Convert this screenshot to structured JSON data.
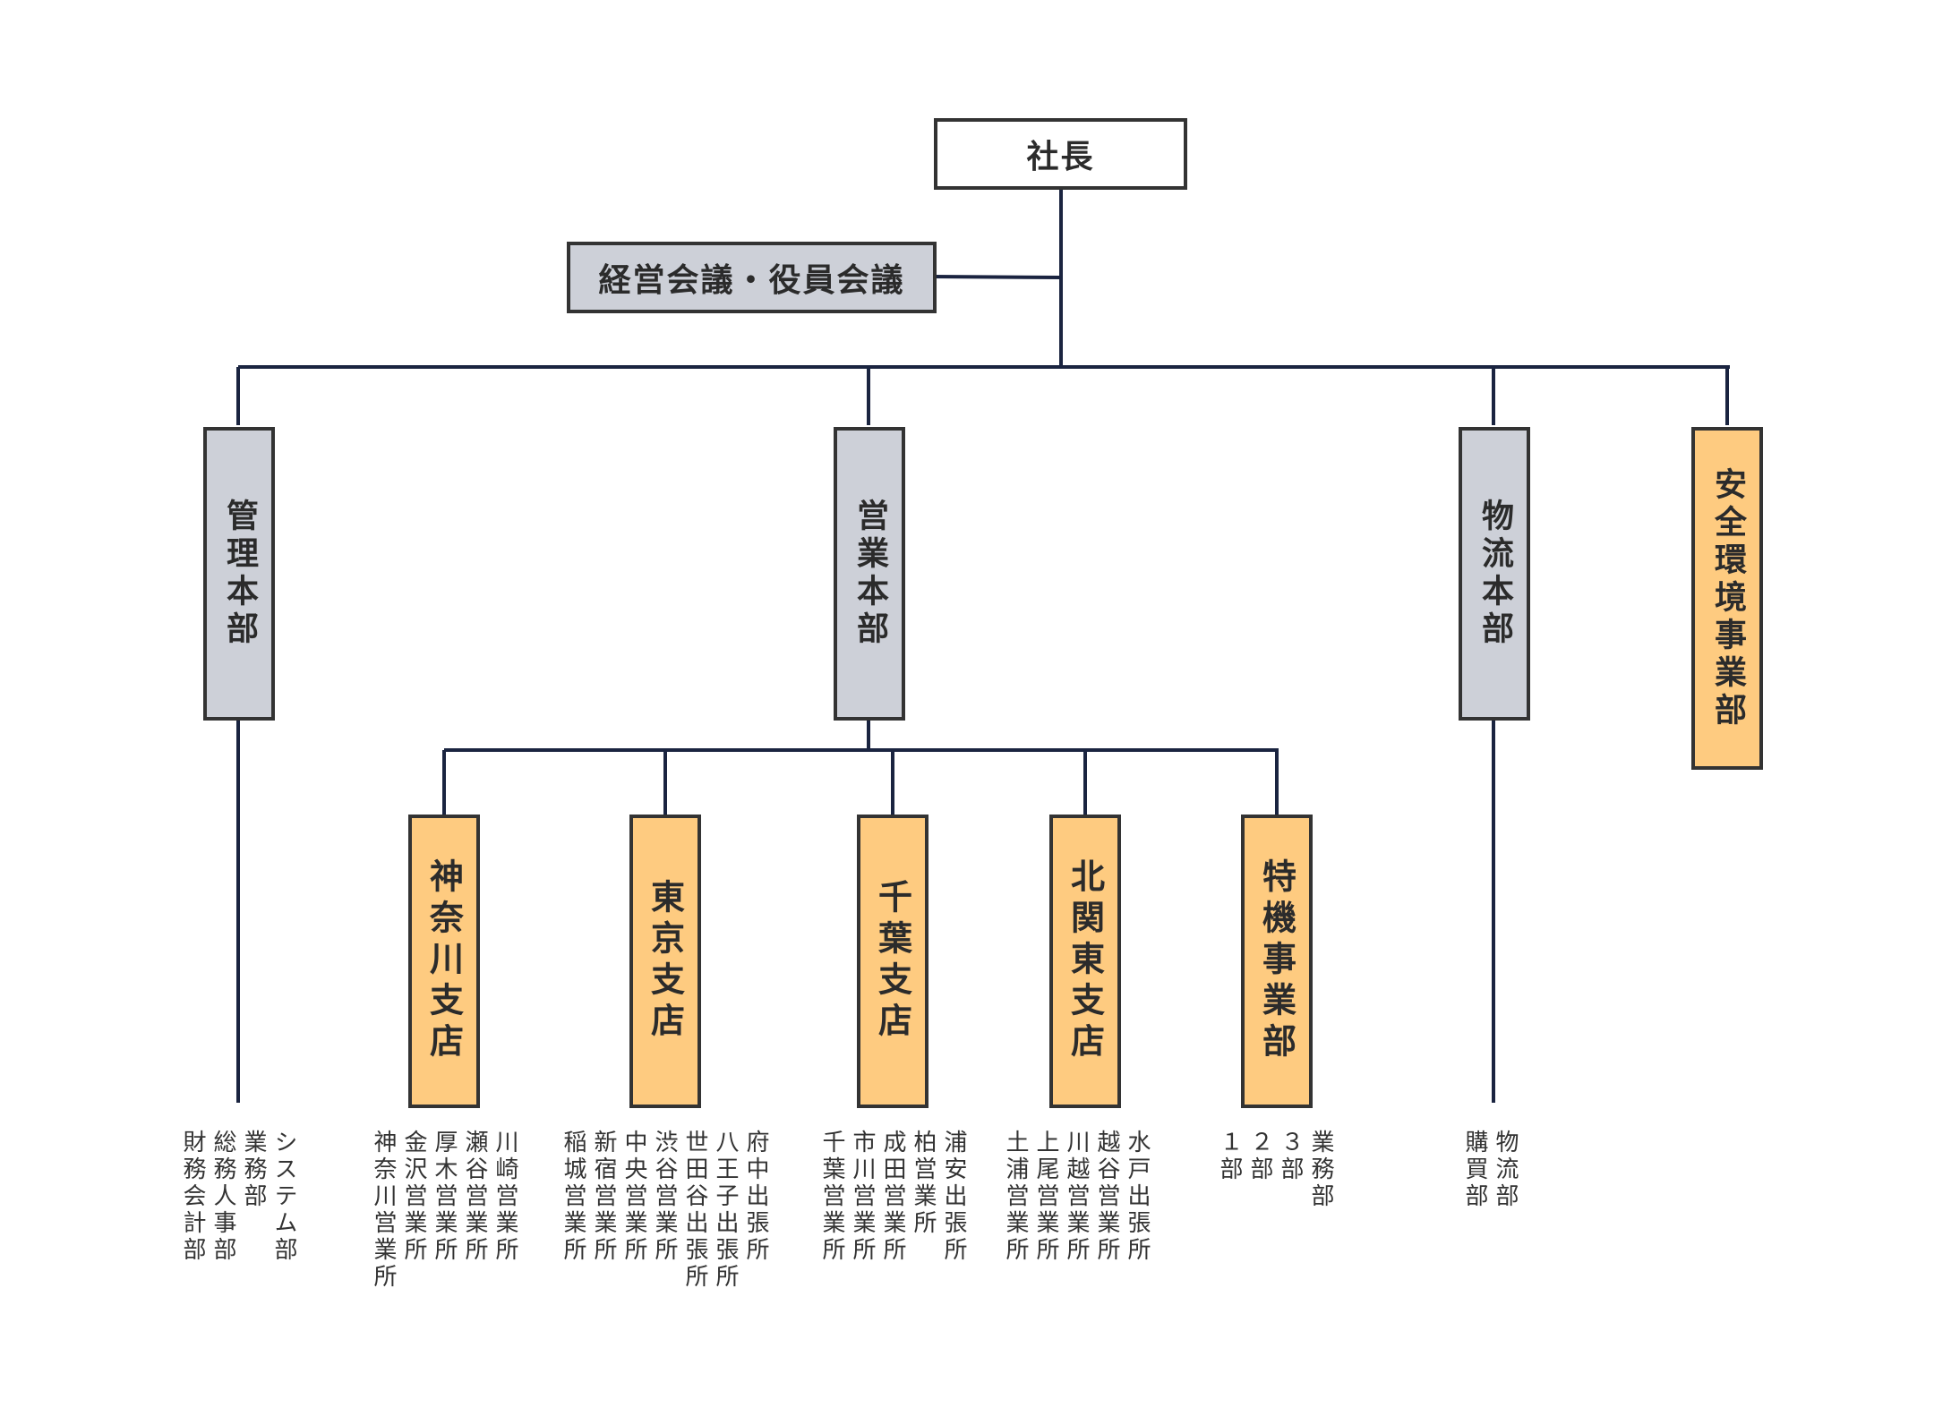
{
  "president": "社長",
  "council": "経営会議・役員会議",
  "headquarters": {
    "admin": {
      "label": "管理本部",
      "units": [
        "システム部",
        "業務部",
        "総務人事部",
        "財務会計部"
      ]
    },
    "sales": {
      "label": "営業本部",
      "branches": {
        "kanagawa": {
          "label": "神奈川支店",
          "units": [
            "川崎営業所",
            "瀬谷営業所",
            "厚木営業所",
            "金沢営業所",
            "神奈川営業所"
          ]
        },
        "tokyo": {
          "label": "東京支店",
          "units": [
            "府中出張所",
            "八王子出張所",
            "世田谷出張所",
            "渋谷営業所",
            "中央営業所",
            "新宿営業所",
            "稲城営業所"
          ]
        },
        "chiba": {
          "label": "千葉支店",
          "units": [
            "浦安出張所",
            "柏営業所",
            "成田営業所",
            "市川営業所",
            "千葉営業所"
          ]
        },
        "kitakanto": {
          "label": "北関東支店",
          "units": [
            "水戸出張所",
            "越谷営業所",
            "川越営業所",
            "上尾営業所",
            "土浦営業所"
          ]
        },
        "special": {
          "label": "特機事業部",
          "units": [
            "業務部",
            "３部",
            "２部",
            "１部"
          ]
        }
      }
    },
    "logistics": {
      "label": "物流本部",
      "units": [
        "物流部",
        "購買部"
      ]
    },
    "safety": {
      "label": "安全環境事業部"
    }
  },
  "colors": {
    "line": "#1a2440",
    "border": "#333333",
    "gray_fill": "#cdd0d8",
    "orange_fill": "#fecb80",
    "white_fill": "#ffffff"
  }
}
